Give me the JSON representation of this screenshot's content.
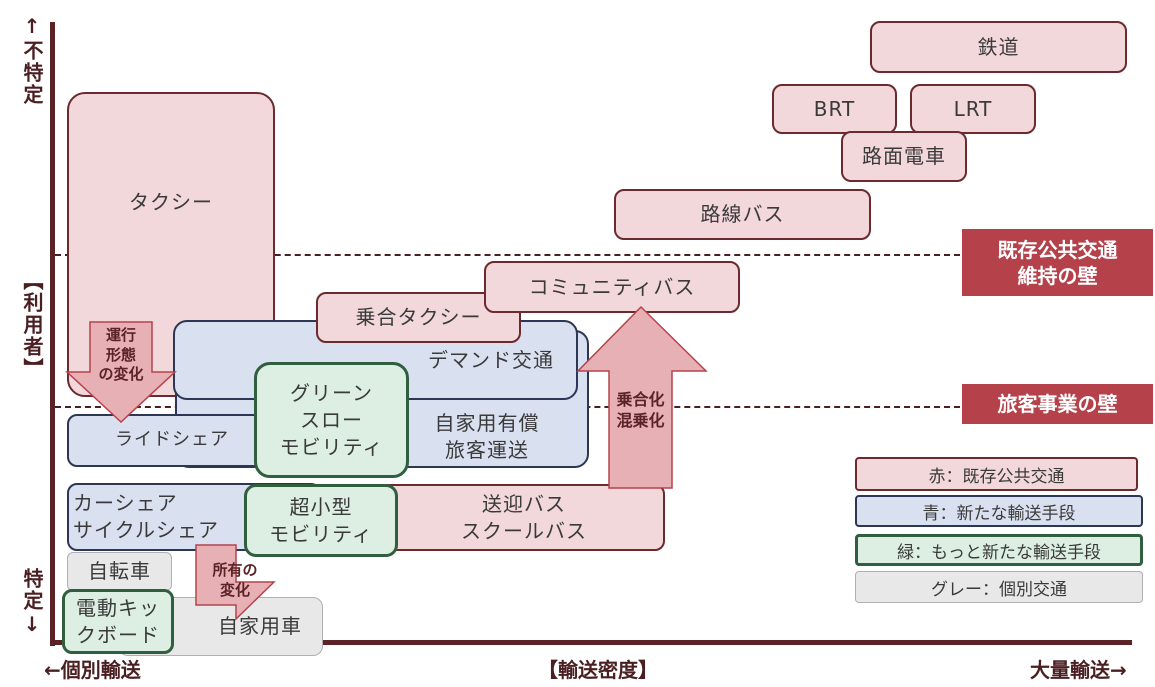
{
  "axes": {
    "y_top": "↑不特定",
    "y_middle": "【利用者】",
    "y_bottom": "特定↓",
    "x_left": "←個別輸送",
    "x_middle": "【輸送密度】",
    "x_right": "大量輸送→"
  },
  "walls": {
    "upper": "既存公共交通\n維持の壁",
    "lower": "旅客事業の壁"
  },
  "boxes": {
    "tetsudo": "鉄道",
    "brt": "BRT",
    "lrt": "LRT",
    "romen_densha": "路面電車",
    "rosen_bus": "路線バス",
    "taxi": "タクシー",
    "community_bus": "コミュニティバス",
    "noriai_taxi": "乗合タクシー",
    "demand": "デマンド交通",
    "rideshare": "ライドシェア",
    "jikayo_yusho": "自家用有償\n旅客運送",
    "green_slow": "グリーン\nスロー\nモビリティ",
    "carshare": "カーシェア\nサイクルシェア",
    "chokogata": "超小型\nモビリティ",
    "sogei_bus": "送迎バス\nスクールバス",
    "jitensha": "自転車",
    "kickboard": "電動キッ\nクボード",
    "jikayosha": "自家用車"
  },
  "arrows": {
    "unko": "運行\n形態\nの変化",
    "shoyu": "所有の\n変化",
    "noriai": "乗合化\n混乗化"
  },
  "legend": {
    "red": "赤：既存公共交通",
    "blue": "青：新たな輸送手段",
    "green": "緑：もっと新たな輸送手段",
    "gray": "グレー：個別交通"
  },
  "colors": {
    "red_fill": "#f2d7db",
    "blue_fill": "#d9e0f0",
    "green_fill": "#dcefe2",
    "gray_fill": "#e8e8e8",
    "wall": "#b5424b",
    "arrow": "#e6b0b5",
    "axis": "#5c2326"
  }
}
